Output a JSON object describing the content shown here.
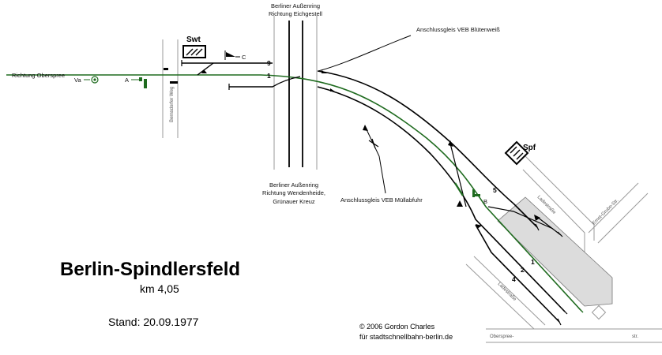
{
  "title": "Berlin-Spindlersfeld",
  "km": "km 4,05",
  "stand": "Stand: 20.09.1977",
  "copyright": {
    "line1": "© 2006 Gordon Charles",
    "line2": "für stadtschnellbahn-berlin.de"
  },
  "labels": {
    "richtung_oberspree": "Richtung Oberspree",
    "aussenring_top1": "Berliner Außenring",
    "aussenring_top2": "Richtung Eichgestell",
    "aussenring_bottom1": "Berliner Außenring",
    "aussenring_bottom2": "Richtung Wendenheide,",
    "aussenring_bottom3": "Grünauer Kreuz",
    "anschluss_blueten": "Anschlussgleis VEB Blütenweiß",
    "anschluss_muell": "Anschlussgleis VEB Müllabfuhr"
  },
  "streets": {
    "bernsdorfer": "Bernsdorfer Weg",
    "ladestrasse_upper": "Ladestraße",
    "ernst_grube": "Ernst-Grube-Str.",
    "ladestrasse_lower": "Ladestraße",
    "oberspree": "Oberspree-",
    "str": "str."
  },
  "signals": {
    "va": "Va",
    "a": "A",
    "c": "C",
    "b": "B"
  },
  "track_numbers": {
    "t9": "9",
    "t1_left": "1",
    "t5": "5",
    "t1_right": "1",
    "t2": "2",
    "t4": "4"
  },
  "stellwerke": {
    "swt": "Swt",
    "spf": "Spf"
  },
  "colors": {
    "s_bahn_track": "#1f6b1f",
    "main_track": "#000000",
    "street_outline": "#9a9a9a",
    "platform_fill": "#dcdcdc"
  }
}
